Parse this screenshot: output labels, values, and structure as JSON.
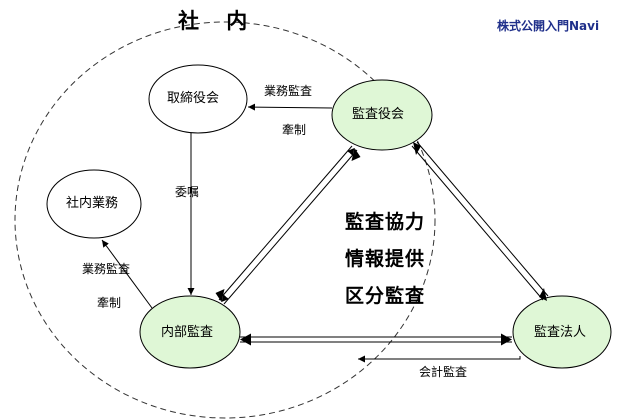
{
  "title": "社 内",
  "brand": "株式公開入門Navi",
  "nodes": {
    "torishimariyaku": "取締役会",
    "kansayaku": "監査役会",
    "shanai_gyomu": "社内業務",
    "naibu_kansa": "内部監査",
    "kansa_hojin": "監査法人"
  },
  "edge_labels": {
    "gyomu_kansa_top": "業務監査",
    "kensei_top": "牽制",
    "inin": "委嘱",
    "gyomu_kansa_left": "業務監査",
    "kensei_left": "牽制",
    "kaikei_kansa": "会計監査"
  },
  "center_text": {
    "line1": "監査協力",
    "line2": "情報提供",
    "line3": "区分監査"
  },
  "colors": {
    "node_green": "#dff7d6",
    "node_white": "#ffffff",
    "brand_blue": "#1f2f8a"
  }
}
